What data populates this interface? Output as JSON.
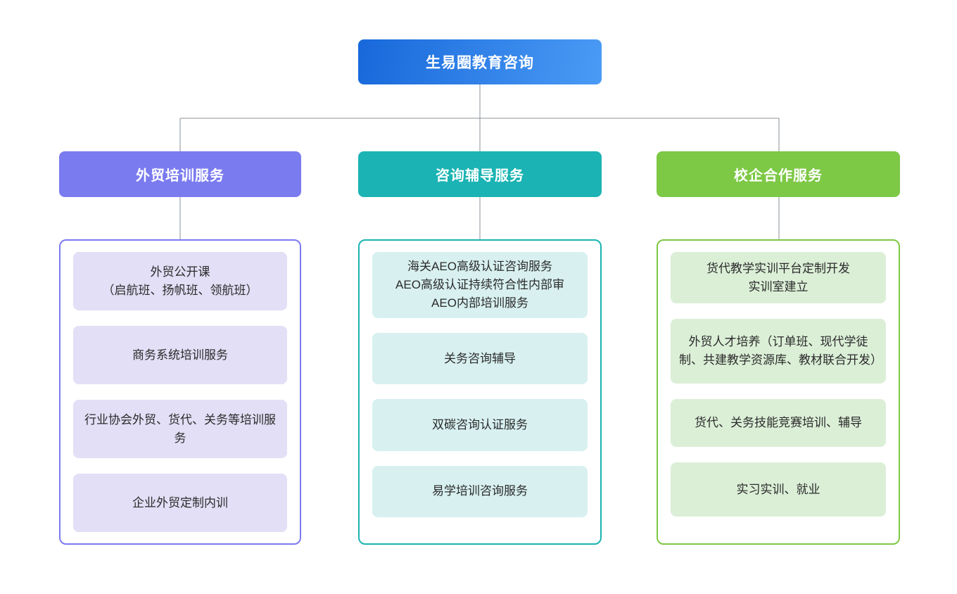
{
  "diagram": {
    "type": "organizational-tree",
    "root": {
      "label": "生易圈教育咨询",
      "color_start": "#1868DB",
      "color_end": "#4A9BF5"
    },
    "connector_color": "#8A9199",
    "branches": [
      {
        "id": "training",
        "header": "外贸培训服务",
        "header_color": "#7B7BF0",
        "panel_border_color": "#7B7BF0",
        "item_color": "#E2DFF6",
        "items": [
          "外贸公开课\n（启航班、扬帆班、领航班）",
          "商务系统培训服务",
          "行业协会外贸、货代、关务等培训服务",
          "企业外贸定制内训"
        ]
      },
      {
        "id": "consulting",
        "header": "咨询辅导服务",
        "header_color": "#1BB3B3",
        "panel_border_color": "#1BB3B3",
        "item_color": "#D8F0F0",
        "items": [
          "海关AEO高级认证咨询服务\nAEO高级认证持续符合性内部审\nAEO内部培训服务",
          "关务咨询辅导",
          "双碳咨询认证服务",
          "易学培训咨询服务"
        ]
      },
      {
        "id": "school-enterprise",
        "header": "校企合作服务",
        "header_color": "#7DC845",
        "panel_border_color": "#7DC845",
        "item_color": "#DBEFD7",
        "items": [
          "货代教学实训平台定制开发\n实训室建立",
          "外贸人才培养（订单班、现代学徒制、共建教学资源库、教材联合开发）",
          "货代、关务技能竞赛培训、辅导",
          "实习实训、就业"
        ]
      }
    ]
  }
}
